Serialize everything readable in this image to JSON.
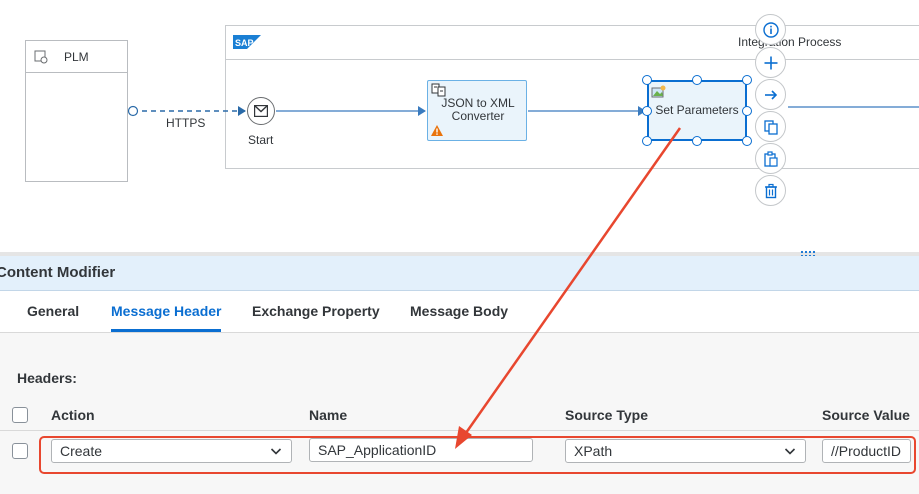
{
  "diagram": {
    "sender": {
      "label": "PLM"
    },
    "process": {
      "title": "Integration Process",
      "logo": "SAP"
    },
    "connection": {
      "label": "HTTPS"
    },
    "start_event": {
      "label": "Start",
      "icon": "envelope-icon"
    },
    "steps": [
      {
        "label": "JSON to XML\nConverter",
        "warning": true
      },
      {
        "label": "Set Parameters",
        "selected": true
      }
    ],
    "context_actions": [
      "info-icon",
      "add-icon",
      "connect-arrow-icon",
      "copy-icon",
      "paste-icon",
      "delete-icon"
    ]
  },
  "panel": {
    "title": "Content Modifier",
    "tabs": [
      {
        "label": "General",
        "active": false
      },
      {
        "label": "Message Header",
        "active": true
      },
      {
        "label": "Exchange Property",
        "active": false
      },
      {
        "label": "Message Body",
        "active": false
      }
    ],
    "section_label": "Headers:",
    "columns": [
      "Action",
      "Name",
      "Source Type",
      "Source Value"
    ],
    "rows": [
      {
        "selected": false,
        "action": "Create",
        "name": "SAP_ApplicationID",
        "source_type": "XPath",
        "source_value": "//ProductID"
      }
    ]
  },
  "colors": {
    "accent": "#0a6ed1",
    "annotation": "#e8472f",
    "panel_header": "#e3f0fb"
  }
}
